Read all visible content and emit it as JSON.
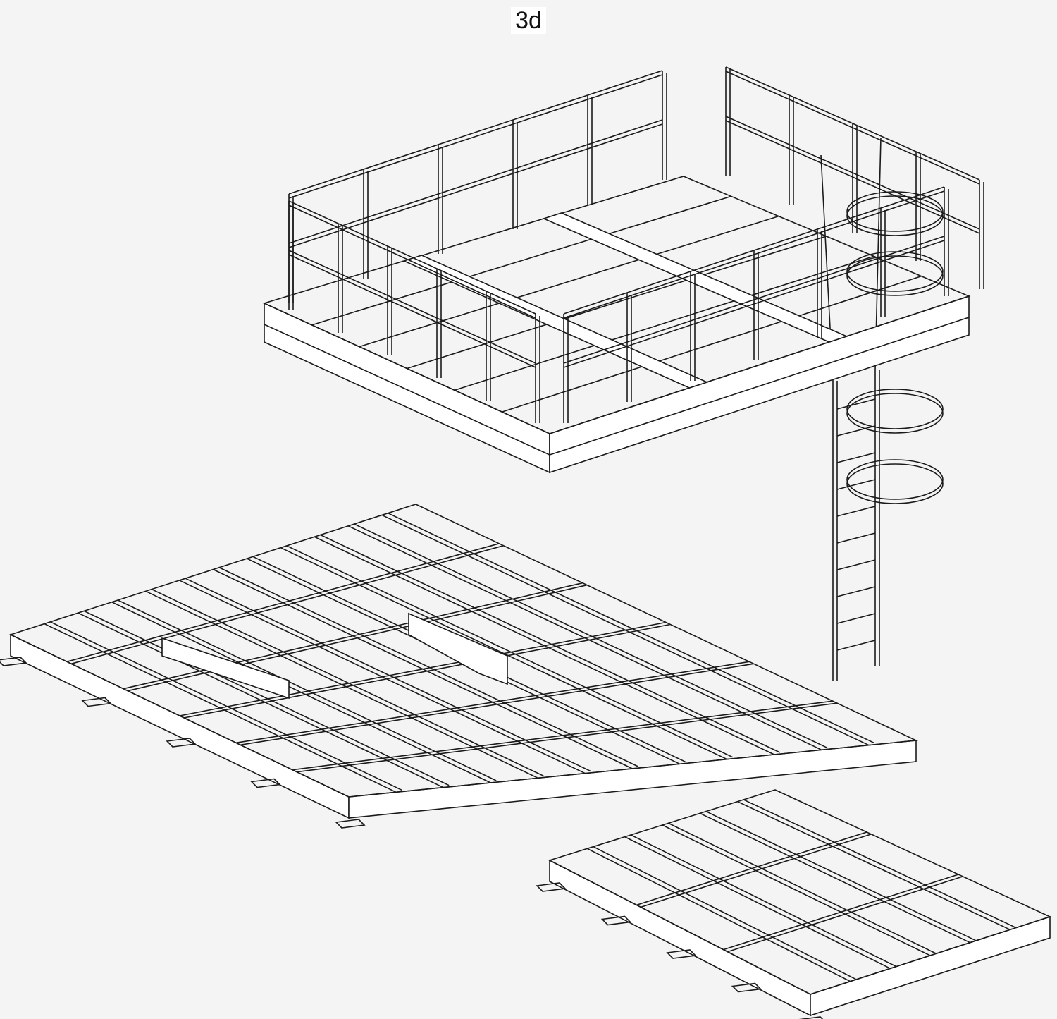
{
  "drawing": {
    "title": "3d",
    "components": [
      "platform-with-railing",
      "cage-ladder",
      "base-frame-left",
      "base-frame-right"
    ]
  }
}
